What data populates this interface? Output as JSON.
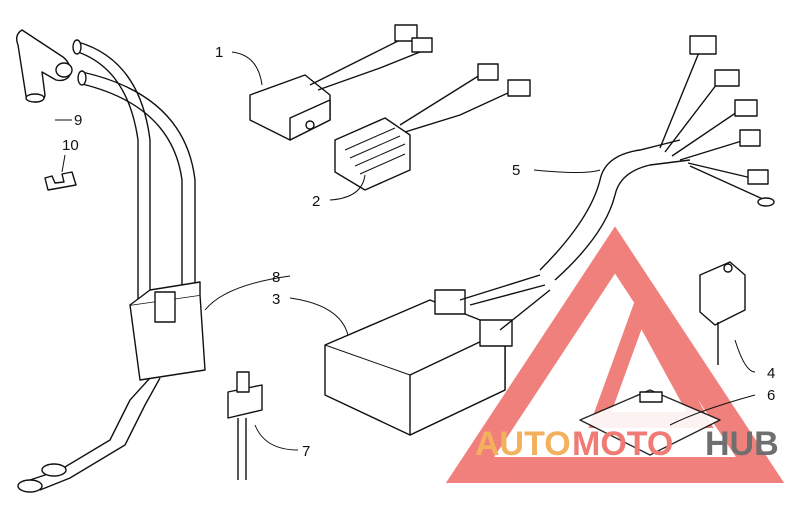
{
  "callouts": [
    {
      "id": "1",
      "text": "1"
    },
    {
      "id": "2",
      "text": "2"
    },
    {
      "id": "3",
      "text": "3"
    },
    {
      "id": "4",
      "text": "4"
    },
    {
      "id": "5",
      "text": "5"
    },
    {
      "id": "6",
      "text": "6"
    },
    {
      "id": "7",
      "text": "7"
    },
    {
      "id": "8",
      "text": "8"
    },
    {
      "id": "9",
      "text": "9"
    },
    {
      "id": "10",
      "text": "10"
    }
  ],
  "watermark": {
    "part1": "AUTO",
    "part2": "MOTO",
    "part3": "HUB",
    "colors": {
      "auto": "#f3b15e",
      "moto": "#f07b74",
      "hub": "#6f6f6f",
      "triangle": "#ee6a66"
    }
  }
}
